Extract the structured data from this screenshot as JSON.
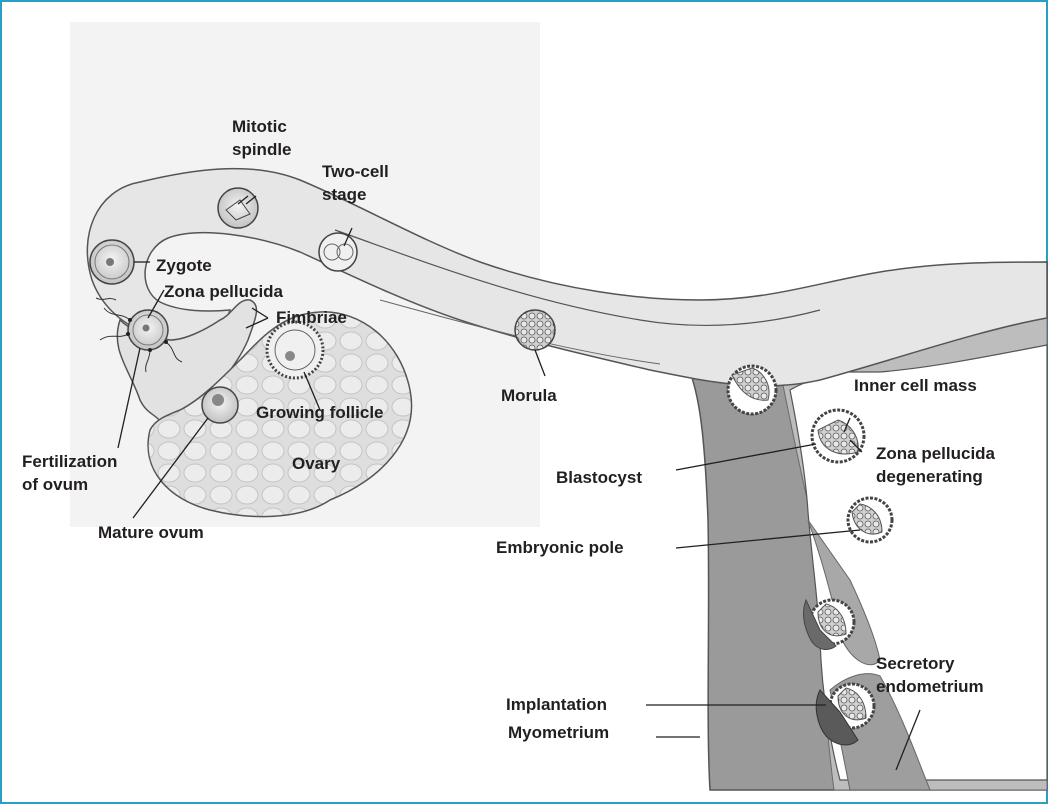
{
  "colors": {
    "frame_border": "#2a9fc6",
    "tube_fill": "#e6e6e6",
    "tube_stroke": "#555555",
    "uterus_wall": "#9a9a9a",
    "background_tint": "#f3f3f3",
    "label_text": "#231f20",
    "leader_line": "#231f20"
  },
  "labels": {
    "mitotic_spindle": [
      "Mitotic",
      "spindle"
    ],
    "two_cell_stage": [
      "Two-cell",
      "stage"
    ],
    "zygote": "Zygote",
    "zona_pellucida": "Zona pellucida",
    "fimbriae": "Fimbriae",
    "growing_follicle": "Growing follicle",
    "morula": "Morula",
    "inner_cell_mass": "Inner cell mass",
    "zona_pellucida_degenerating": [
      "Zona pellucida",
      "degenerating"
    ],
    "blastocyst": "Blastocyst",
    "fertilization_of_ovum": [
      "Fertilization",
      "of ovum"
    ],
    "ovary": "Ovary",
    "mature_ovum": "Mature ovum",
    "embryonic_pole": "Embryonic pole",
    "secretory_endometrium": [
      "Secretory",
      "endometrium"
    ],
    "implantation": "Implantation",
    "myometrium": "Myometrium"
  }
}
